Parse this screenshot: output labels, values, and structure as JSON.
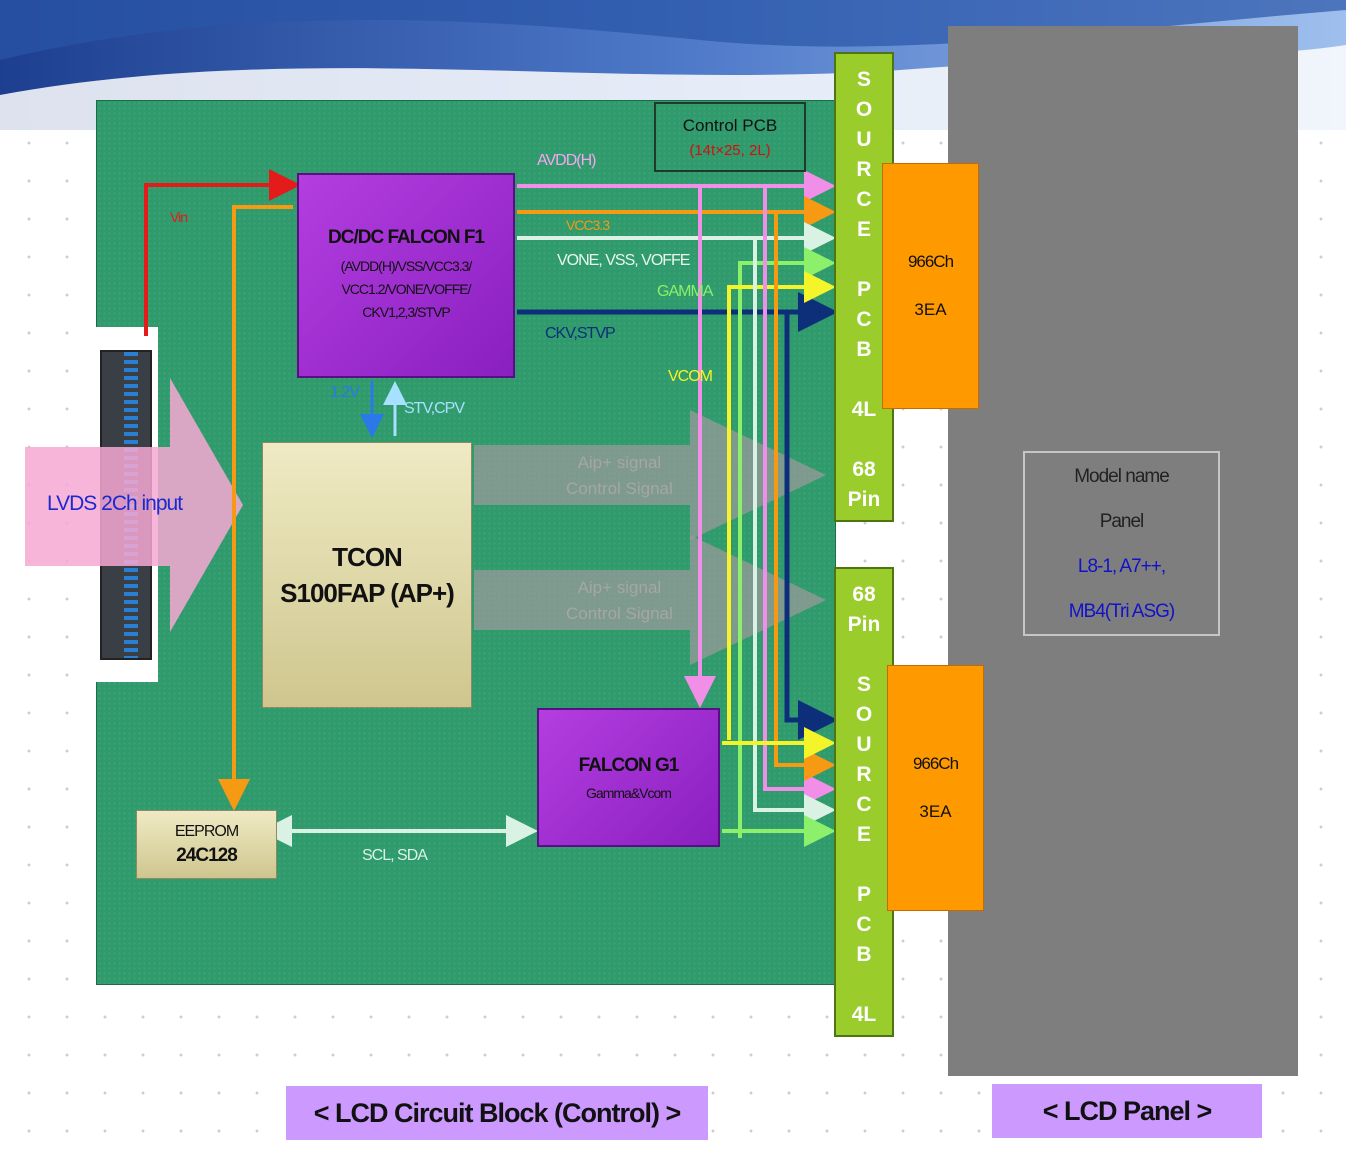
{
  "board": {
    "control_pcb": {
      "title": "Control PCB",
      "sub": "(14t×25, 2L)"
    },
    "dcdc": {
      "title": "DC/DC FALCON F1",
      "lines": [
        "(AVDD(H)/VSS/VCC3.3/",
        "VCC1.2/VONE/VOFFE/",
        "CKV1,2,3/STVP"
      ]
    },
    "tcon": {
      "line1": "TCON",
      "line2": "S100FAP (AP+)"
    },
    "falcon": {
      "title": "FALCON G1",
      "sub": "Gamma&Vcom"
    },
    "eeprom": {
      "line1": "EEPROM",
      "line2": "24C128"
    },
    "lvds": "LVDS 2Ch input"
  },
  "signals": {
    "avdd": "AVDD(H)",
    "vin": "Vin",
    "v33": "VCC3.3",
    "vone": "VONE, VSS, VOFFE",
    "gamma": "GAMMA",
    "ckv": "CKV,STVP",
    "vcom": "VCOM",
    "v12": "1.2V",
    "stv": "STV,CPV",
    "scl": "SCL, SDA",
    "aip1": "Aip+ signal",
    "ctrl1": "Control Signal",
    "aip2": "Aip+ signal",
    "ctrl2": "Control Signal"
  },
  "source_pcb": {
    "top": {
      "letters": [
        "S",
        "O",
        "U",
        "R",
        "C",
        "E",
        "P",
        "C",
        "B"
      ],
      "layer": "4L",
      "pins": [
        "68",
        "Pin"
      ],
      "chip": {
        "ch": "966Ch",
        "ea": "3EA"
      }
    },
    "bottom": {
      "pins": [
        "68",
        "Pin"
      ],
      "letters": [
        "S",
        "O",
        "U",
        "R",
        "C",
        "E",
        "P",
        "C",
        "B"
      ],
      "layer": "4L",
      "chip": {
        "ch": "966Ch",
        "ea": "3EA"
      }
    }
  },
  "panel": {
    "model_label": "Model name",
    "panel_label": "Panel",
    "models1": "L8-1, A7++,",
    "models2": "MB4(Tri ASG)"
  },
  "captions": {
    "left": "< LCD Circuit Block (Control) >",
    "right": "< LCD Panel >"
  },
  "colors": {
    "board": "#2f9a6b",
    "chip_purple": "#a02ed4",
    "source_pcb": "#9acc2c",
    "source_ic": "#ff9900",
    "panel": "#7e7e7e",
    "caption": "#cc99ff"
  }
}
